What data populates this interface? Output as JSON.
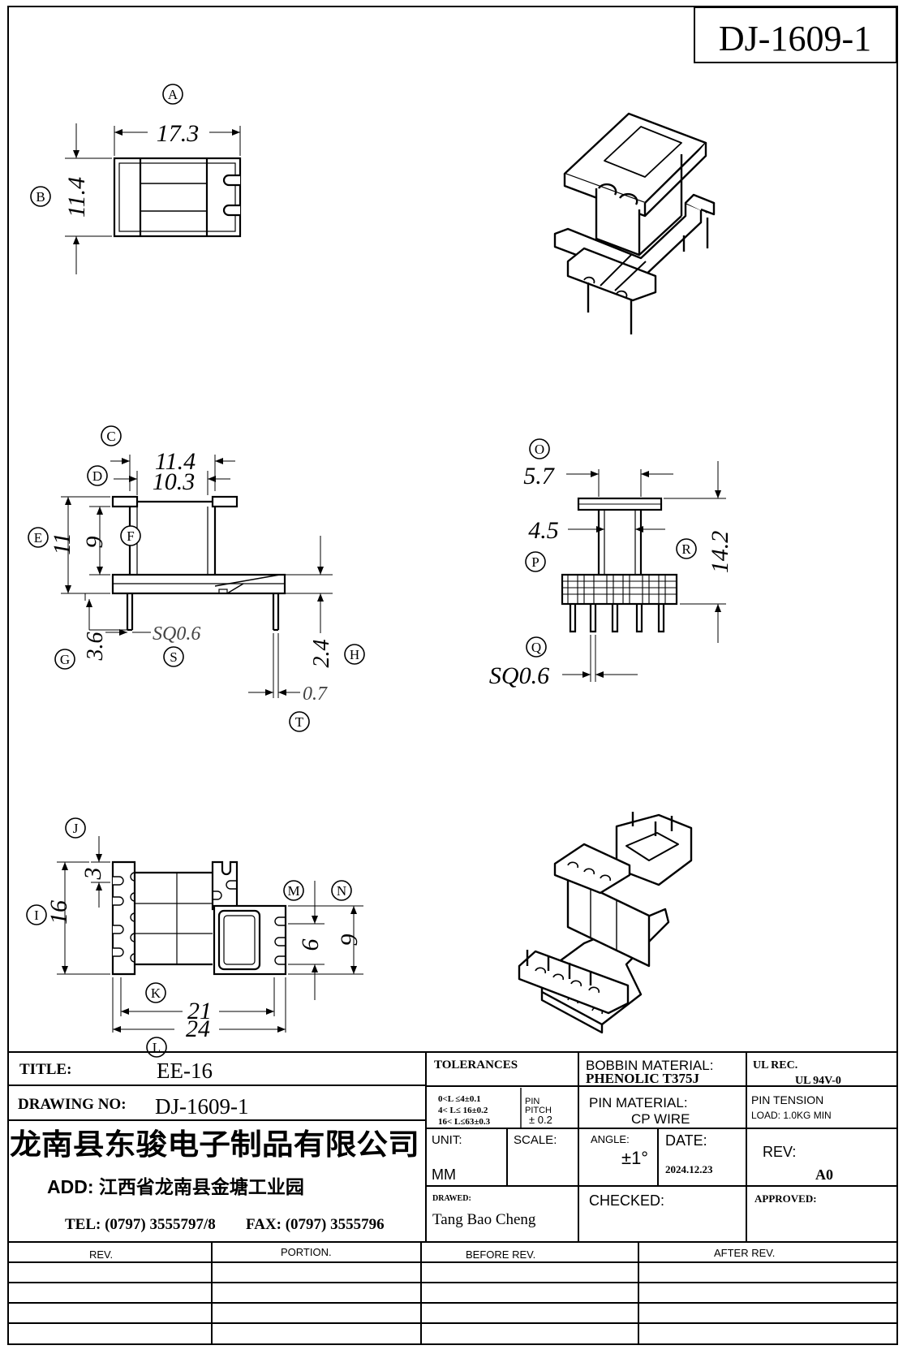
{
  "drawing_code": "DJ-1609-1",
  "views": {
    "top_view": {
      "callout_a": "A",
      "dim_a": "17.3",
      "callout_b": "B",
      "dim_b": "11.4"
    },
    "side_view": {
      "callout_c": "C",
      "dim_c": "11.4",
      "callout_d": "D",
      "dim_d": "10.3",
      "callout_e": "E",
      "dim_e": "11",
      "callout_f": "F",
      "dim_f": "9",
      "callout_g": "G",
      "dim_g": "3.6",
      "callout_s": "S",
      "dim_s": "SQ0.6",
      "callout_h": "H",
      "dim_h": "2.4",
      "callout_t": "T",
      "dim_t": "0.7"
    },
    "end_view": {
      "callout_o": "O",
      "dim_o": "5.7",
      "callout_p": "P",
      "dim_p": "4.5",
      "callout_r": "R",
      "dim_r": "14.2",
      "callout_q": "Q",
      "dim_q": "SQ0.6"
    },
    "bottom_view": {
      "callout_j": "J",
      "dim_j": "3",
      "callout_i": "I",
      "dim_i": "16",
      "callout_m": "M",
      "dim_m": "6",
      "callout_n": "N",
      "dim_n": "9",
      "callout_k": "K",
      "dim_k": "21",
      "callout_l": "L",
      "dim_l": "24"
    }
  },
  "title_block": {
    "title_label": "TITLE:",
    "title_value": "EE-16",
    "drawing_no_label": "DRAWING NO:",
    "drawing_no_value": "DJ-1609-1",
    "company_name": "龙南县东骏电子制品有限公司",
    "address": "ADD: 江西省龙南县金塘工业园",
    "tel": "TEL: (0797) 3555797/8",
    "fax": "FAX: (0797) 3555796",
    "tolerances_label": "TOLERANCES",
    "tol_line1": "0<L ≤4±0.1",
    "tol_line2": "4< L≤ 16±0.2",
    "tol_line3": "16< L≤63±0.3",
    "pin_pitch_label1": "PIN",
    "pin_pitch_label2": "PITCH",
    "pin_pitch_value": "± 0.2",
    "unit_label": "UNIT:",
    "unit_value": "MM",
    "scale_label": "SCALE:",
    "drawn_label": "DRAWED:",
    "drawn_value": "Tang Bao Cheng",
    "bobbin_material_label": "BOBBIN MATERIAL:",
    "bobbin_material_value": "PHENOLIC  T375J",
    "pin_material_label": "PIN MATERIAL:",
    "pin_material_value": "CP WIRE",
    "angle_label": "ANGLE:",
    "angle_value": "±1°",
    "date_label": "DATE:",
    "date_value": "2024.12.23",
    "checked_label": "CHECKED:",
    "ul_label": "UL REC.",
    "ul_value": "UL  94V-0",
    "pin_tension_label": "PIN TENSION",
    "pin_tension_value": "LOAD:  1.0KG MIN",
    "rev_label": "REV:",
    "rev_value": "A0",
    "approved_label": "APPROVED:"
  },
  "revision_table": {
    "headers": [
      "REV.",
      "PORTION.",
      "BEFORE REV.",
      "AFTER REV."
    ],
    "rows": [
      [
        "",
        "",
        "",
        ""
      ],
      [
        "",
        "",
        "",
        ""
      ],
      [
        "",
        "",
        "",
        ""
      ],
      [
        "",
        "",
        "",
        ""
      ]
    ]
  }
}
